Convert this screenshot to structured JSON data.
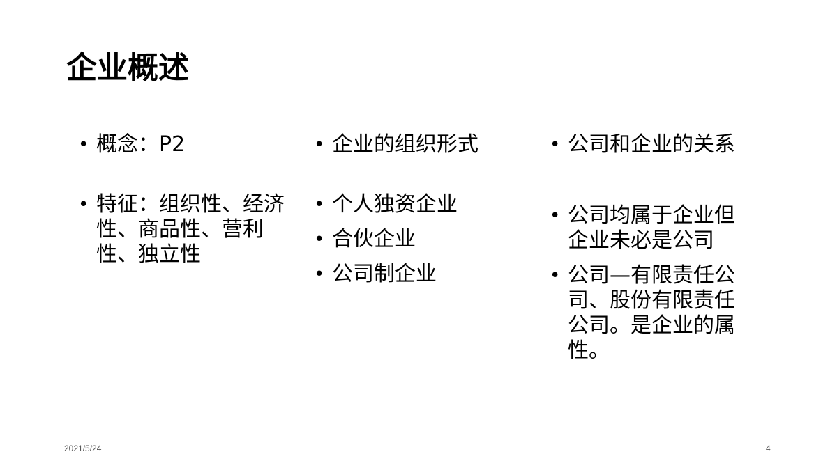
{
  "slide": {
    "title": "企业概述",
    "columns": [
      {
        "items": [
          "概念：P2",
          "特征：组织性、经济性、商品性、营利性、独立性"
        ]
      },
      {
        "items": [
          "企业的组织形式",
          "个人独资企业",
          "合伙企业",
          "公司制企业"
        ]
      },
      {
        "items": [
          "公司和企业的关系",
          "公司均属于企业但企业未必是公司",
          "公司—有限责任公司、股份有限责任公司。是企业的属性。"
        ]
      }
    ],
    "footer": {
      "date": "2021/5/24",
      "page": "4"
    }
  }
}
